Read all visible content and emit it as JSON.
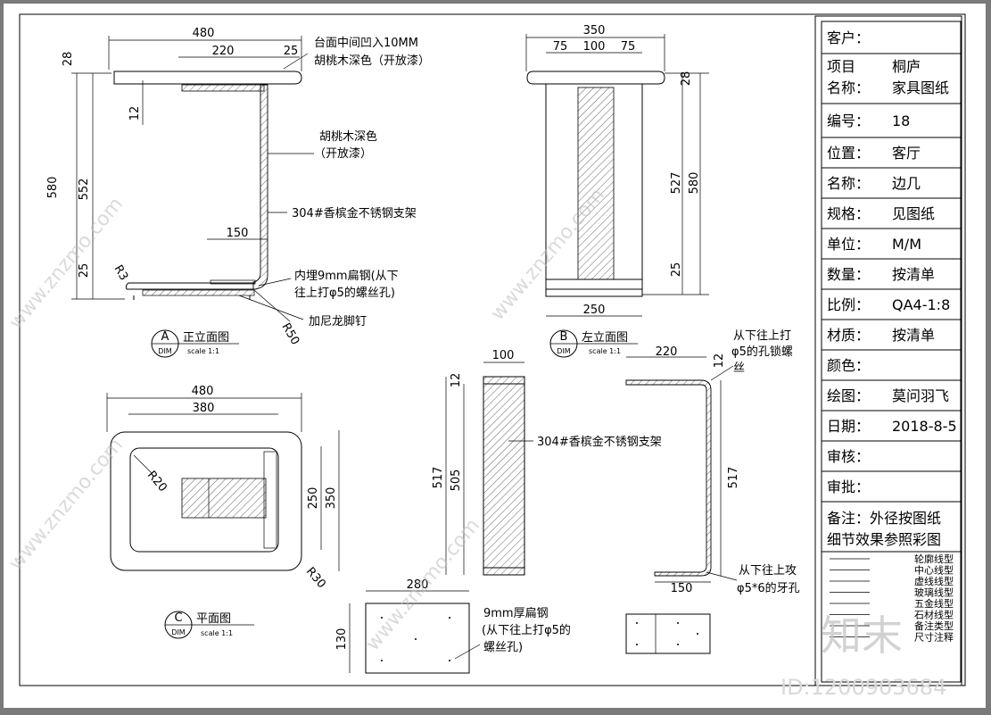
{
  "views": {
    "front": {
      "dims": {
        "top_w": "480",
        "mid_w": "220",
        "edge": "25",
        "h_total": "580",
        "h_inner": "552",
        "top_t": "28",
        "recess": "12",
        "foot_w": "150",
        "foot_h": "25",
        "r_small": "R3",
        "r_big": "R50"
      },
      "notes": {
        "top_note1": "台面中间凹入10MM",
        "top_note2": "胡桃木深色（开放漆）",
        "wood1": "胡桃木深色",
        "wood2": "（开放漆）",
        "steel": "304#香槟金不锈钢支架",
        "flat1": "内埋9mm扁钢(从下",
        "flat2": "往上打φ5的螺丝孔)",
        "nail": "加尼龙脚钉"
      },
      "label": {
        "letter": "A",
        "sub": "DIM",
        "name": "正立面图",
        "scale": "scale 1:1"
      }
    },
    "left": {
      "dims": {
        "top_w": "350",
        "a": "75",
        "b": "100",
        "c": "75",
        "h_total": "580",
        "h_inner": "527",
        "top_t": "28",
        "foot_h": "25",
        "base_w": "250"
      },
      "label": {
        "letter": "B",
        "sub": "DIM",
        "name": "左立面图",
        "scale": "scale 1:1"
      }
    },
    "plan": {
      "dims": {
        "outer_w": "480",
        "inner_w": "380",
        "r_in": "R20",
        "r_out": "R30",
        "d1": "250",
        "d2": "350"
      },
      "label": {
        "letter": "C",
        "sub": "DIM",
        "name": "平面图",
        "scale": "scale 1:1"
      }
    },
    "detail_post": {
      "dims": {
        "w": "100",
        "top": "12",
        "h_total": "517",
        "h_inner": "505"
      },
      "note": "304#香槟金不锈钢支架"
    },
    "detail_frame": {
      "dims": {
        "w": "220",
        "top": "12",
        "h": "517",
        "foot": "150"
      },
      "note_top1": "从下往上打",
      "note_top2": "φ5的孔锁螺",
      "note_top3": "丝",
      "note_bot1": "从下往上攻",
      "note_bot2": "φ5*6的牙孔"
    },
    "detail_plate": {
      "dims": {
        "w": "280",
        "h": "130"
      },
      "note1": "9mm厚扁钢",
      "note2": "(从下往上打φ5的",
      "note3": "螺丝孔)"
    }
  },
  "title_block": {
    "rows": [
      {
        "label": "客户：",
        "value": ""
      },
      {
        "label": "项目",
        "label2": "名称：",
        "value": "桐庐",
        "value2": "家具图纸"
      },
      {
        "label": "编号：",
        "value": "18"
      },
      {
        "label": "位置：",
        "value": "客厅"
      },
      {
        "label": "名称：",
        "value": "边几"
      },
      {
        "label": "规格：",
        "value": "见图纸"
      },
      {
        "label": "单位：",
        "value": "M/M"
      },
      {
        "label": "数量：",
        "value": "按清单"
      },
      {
        "label": "比例：",
        "value": "QA4-1:8"
      },
      {
        "label": "材质：",
        "value": "按清单"
      },
      {
        "label": "颜色：",
        "value": ""
      },
      {
        "label": "绘图：",
        "value": "莫问羽飞"
      },
      {
        "label": "日期：",
        "value": "2018-8-5"
      },
      {
        "label": "审核：",
        "value": ""
      },
      {
        "label": "审批：",
        "value": ""
      }
    ],
    "remark1": "备注：外径按图纸",
    "remark2": "细节效果参照彩图",
    "legend": [
      "轮廓线型",
      "中心线型",
      "虚线线型",
      "玻璃线型",
      "五金线型",
      "石材线型",
      "备注类型",
      "尺寸注释"
    ]
  },
  "watermarks": {
    "site": "www.znzmo.com",
    "brand": "知末",
    "id": "ID:1200903684"
  }
}
